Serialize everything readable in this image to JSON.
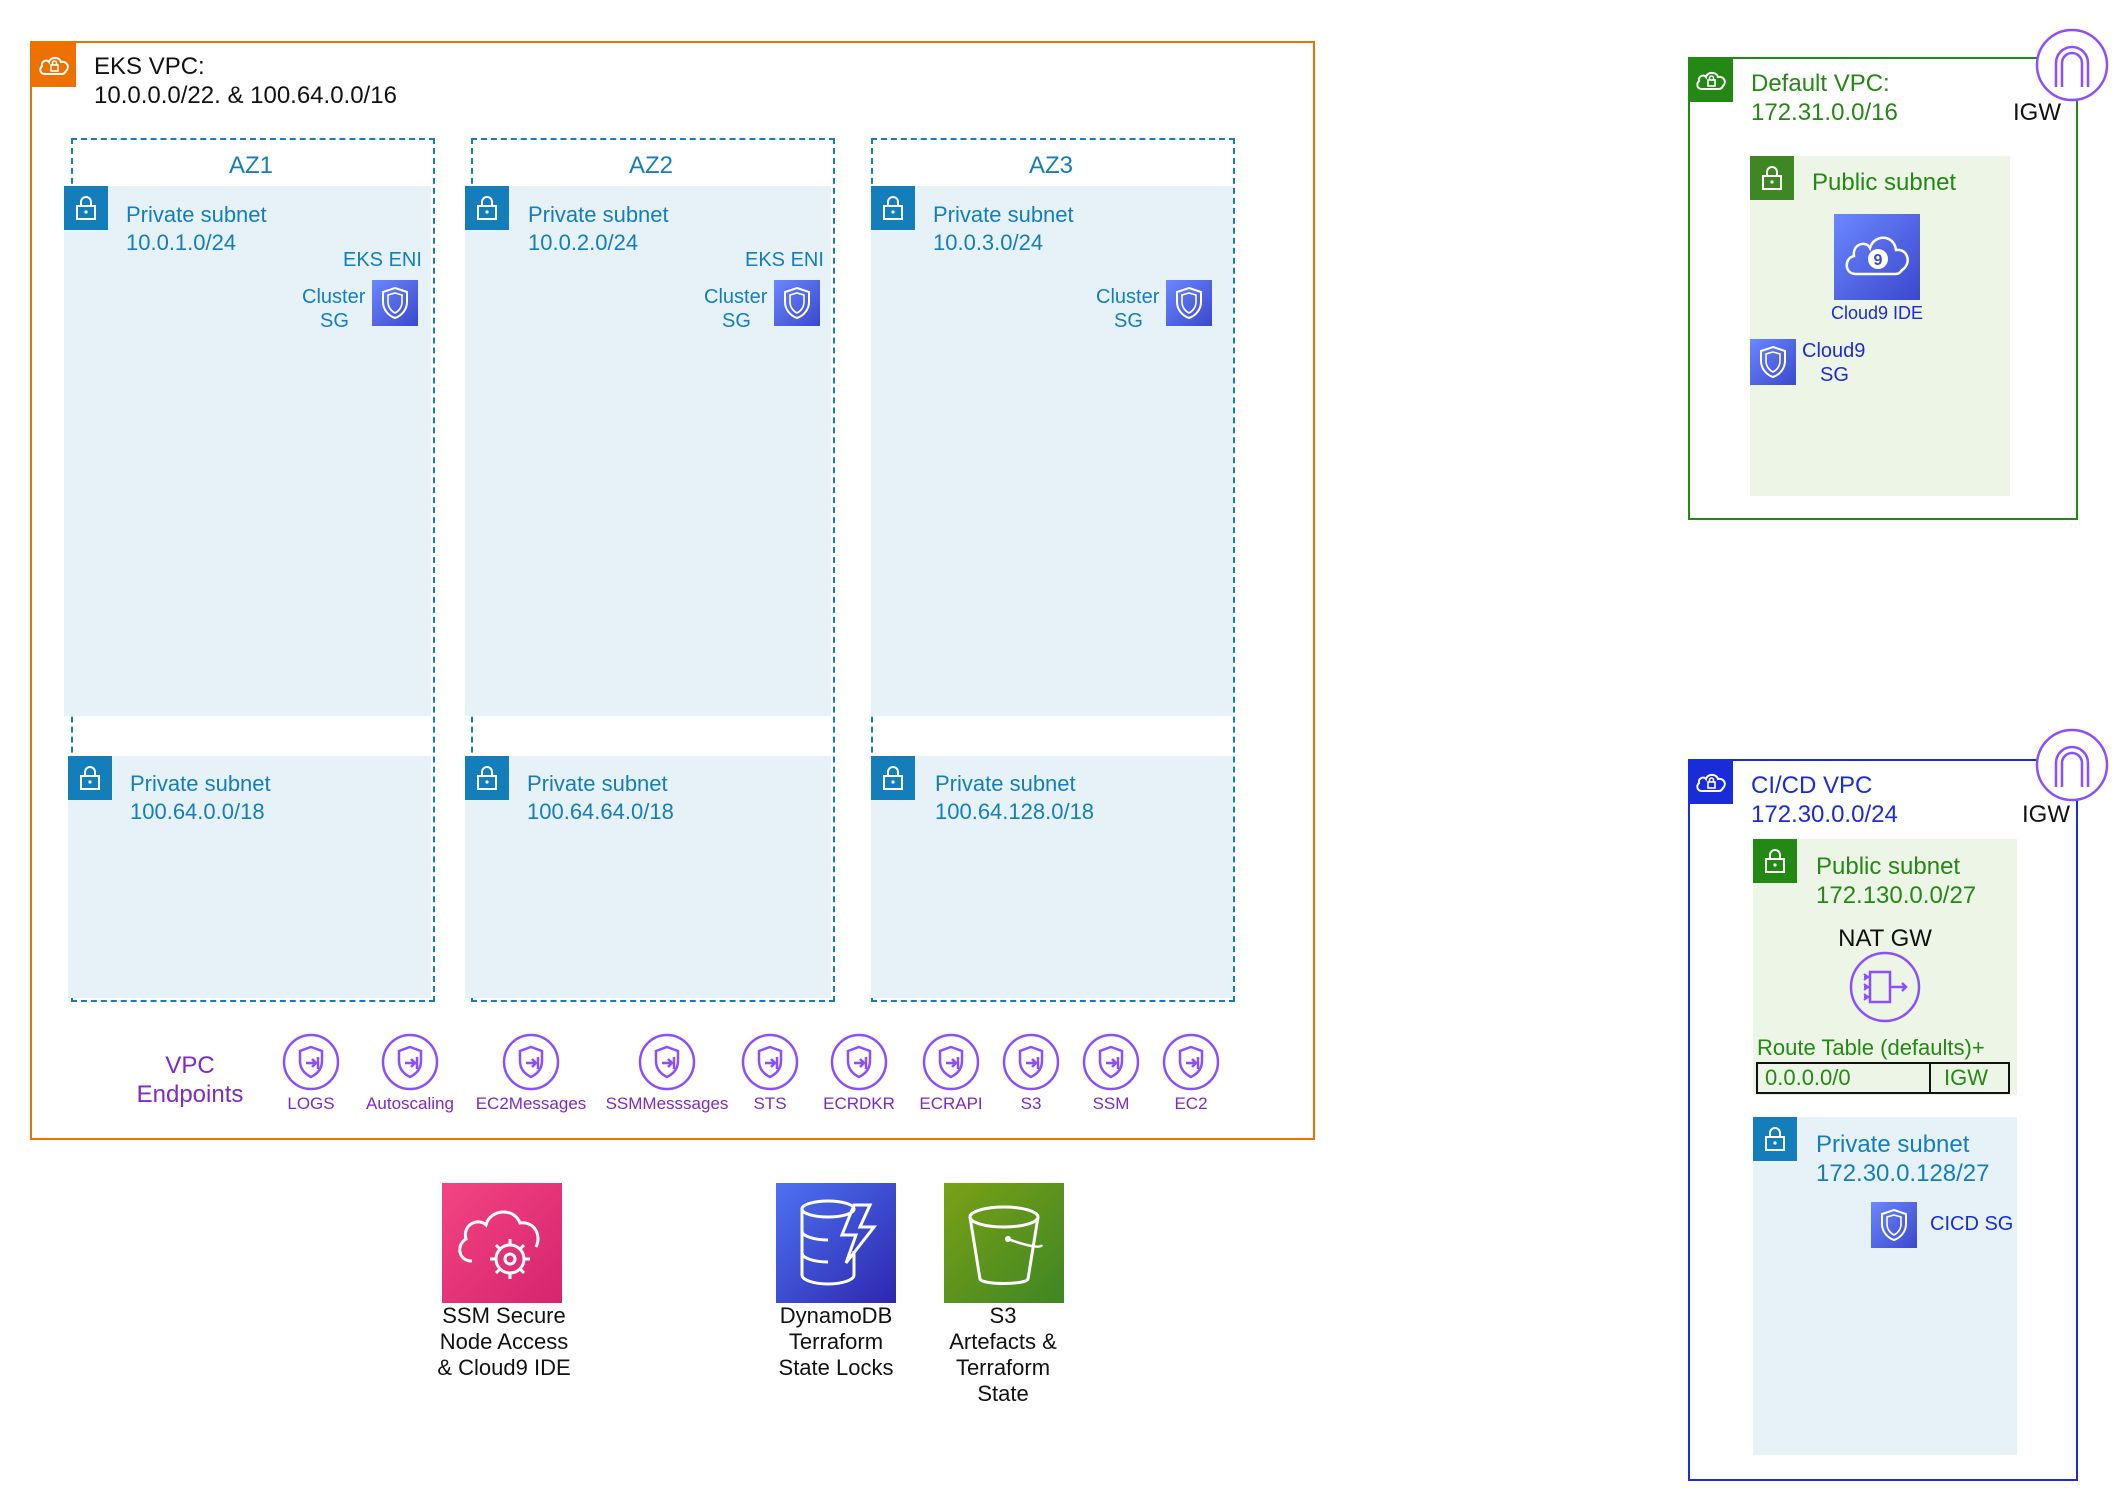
{
  "eks_vpc": {
    "title_line1": "EKS VPC:",
    "title_line2": "10.0.0.0/22. & 100.64.0.0/16",
    "azs": [
      {
        "name": "AZ1",
        "subnet1_title": "Private subnet",
        "subnet1_cidr": "10.0.1.0/24",
        "eni": "EKS ENI",
        "sg_line1": "Cluster",
        "sg_line2": "SG",
        "subnet2_title": "Private subnet",
        "subnet2_cidr": "100.64.0.0/18"
      },
      {
        "name": "AZ2",
        "subnet1_title": "Private subnet",
        "subnet1_cidr": "10.0.2.0/24",
        "eni": "EKS ENI",
        "sg_line1": "Cluster",
        "sg_line2": "SG",
        "subnet2_title": "Private subnet",
        "subnet2_cidr": "100.64.64.0/18"
      },
      {
        "name": "AZ3",
        "subnet1_title": "Private subnet",
        "subnet1_cidr": "10.0.3.0/24",
        "eni": "",
        "sg_line1": "Cluster",
        "sg_line2": "SG",
        "subnet2_title": "Private subnet",
        "subnet2_cidr": "100.64.128.0/18"
      }
    ],
    "endpoints_label_line1": "VPC",
    "endpoints_label_line2": "Endpoints",
    "endpoints": [
      "LOGS",
      "Autoscaling",
      "EC2Messages",
      "SSMMesssages",
      "STS",
      "ECRDKR",
      "ECRAPI",
      "S3",
      "SSM",
      "EC2"
    ]
  },
  "services": [
    {
      "lines": [
        "SSM Secure",
        "Node Access",
        "& Cloud9 IDE"
      ],
      "icon": "ssm-icon",
      "color": "#e7157b"
    },
    {
      "lines": [
        "DynamoDB",
        "Terraform",
        "State Locks"
      ],
      "icon": "dynamodb-icon",
      "color": "#2e27ad"
    },
    {
      "lines": [
        "S3",
        "Artefacts &",
        "Terraform",
        "State"
      ],
      "icon": "s3-bucket-icon",
      "color": "#3f8624"
    }
  ],
  "default_vpc": {
    "title_line1": "Default VPC:",
    "title_line2": "172.31.0.0/16",
    "igw": "IGW",
    "public_subnet": "Public subnet",
    "cloud9_label": "Cloud9 IDE",
    "cloud9_sg_line1": "Cloud9",
    "cloud9_sg_line2": "SG"
  },
  "cicd_vpc": {
    "title_line1": "CI/CD VPC",
    "title_line2": "172.30.0.0/24",
    "igw": "IGW",
    "public_subnet_title": "Public subnet",
    "public_subnet_cidr": "172.130.0.0/27",
    "nat_label": "NAT GW",
    "route_table_title": "Route Table (defaults)+",
    "route_dest": "0.0.0.0/0",
    "route_target": "IGW",
    "private_subnet_title": "Private subnet",
    "private_subnet_cidr": "172.30.0.128/27",
    "cicd_sg": "CICD SG"
  },
  "colors": {
    "eks_vpc_border": "#ed7100",
    "default_vpc_border": "#248814",
    "cicd_vpc_border": "#1a2cd9",
    "subnet_teal": "#147eba",
    "endpoint_purple": "#7c2ac9"
  }
}
